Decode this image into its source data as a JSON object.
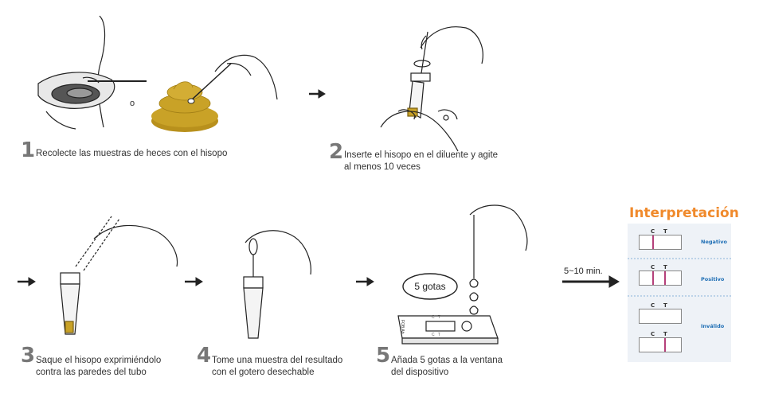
{
  "steps": [
    {
      "number": "1",
      "text": "Recolecte las muestras de heces con el hisopo"
    },
    {
      "number": "2",
      "line1": "Inserte el hisopo en el diluente y agite",
      "line2": "al menos 10 veces"
    },
    {
      "number": "3",
      "line1": "Saque el hisopo exprimiéndolo",
      "line2": "contra las paredes del tubo"
    },
    {
      "number": "4",
      "line1": "Tome una muestra del resultado",
      "line2": "con el gotero desechable"
    },
    {
      "number": "5",
      "line1": "Añada 5 gotas a la ventana",
      "line2": "del dispositivo"
    }
  ],
  "step1_connector": "o",
  "drops_label": "5 gotas",
  "time_label": "5~10 min.",
  "interpretation": {
    "title": "Interpretación",
    "c_label": "C",
    "t_label": "T",
    "results": {
      "negative": "Negativo",
      "positive": "Positivo",
      "invalid": "Inválido"
    }
  },
  "device": {
    "side_label": "FOB Ab",
    "window_labels_top": "C   T",
    "window_labels_bottom": "C   T"
  },
  "colors": {
    "accent_orange": "#f08a2c",
    "result_blue": "#1f6fb5",
    "test_line": "#b5407a",
    "stool": "#c9a227"
  }
}
